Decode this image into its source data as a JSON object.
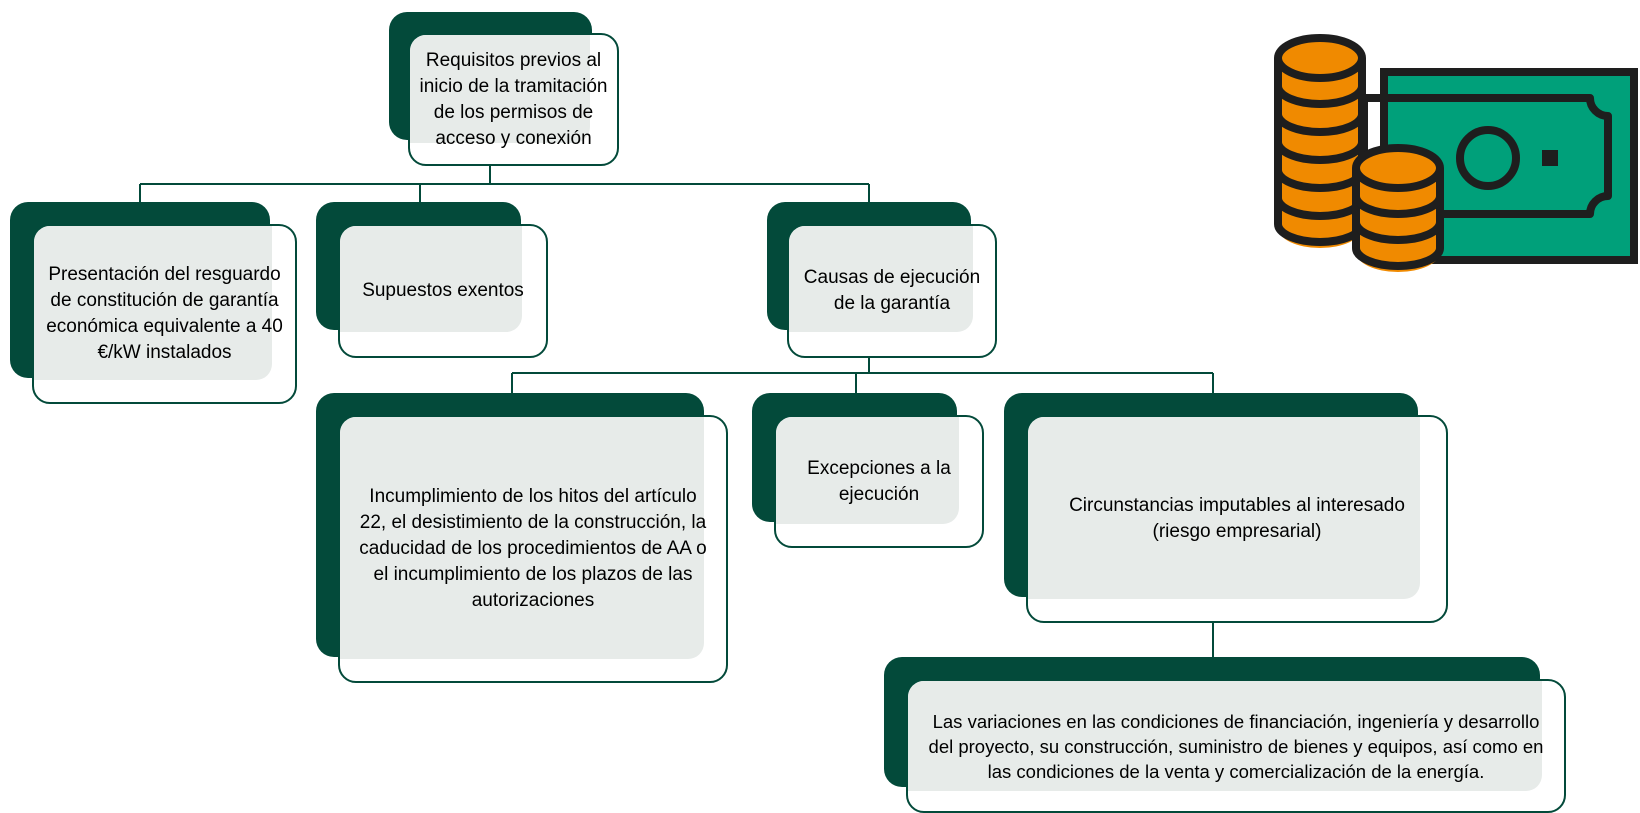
{
  "diagram": {
    "root": {
      "text": "Requisitos previos al inicio de la tramitación de los permisos de acceso y conexión"
    },
    "level1": [
      {
        "id": "presentacion",
        "text": "Presentación  del resguardo de constitución de garantía económica equivalente a 40 €/kW instalados"
      },
      {
        "id": "supuestos",
        "text": "Supuestos exentos"
      },
      {
        "id": "causas",
        "text": "Causas de ejecución de la garantía"
      }
    ],
    "level2": [
      {
        "id": "incumplimiento",
        "text": "Incumplimiento de los hitos del artículo 22, el desistimiento de la construcción, la caducidad de los procedimientos de AA o el incumplimiento de los plazos de las autorizaciones"
      },
      {
        "id": "excepciones",
        "text": "Excepciones a la ejecución"
      },
      {
        "id": "circunstancias",
        "text": "Circunstancias imputables al interesado (riesgo empresarial)"
      }
    ],
    "level3": [
      {
        "id": "variaciones",
        "text": "Las variaciones en las condiciones de financiación, ingeniería y desarrollo del proyecto, su construcción, suministro de bienes y equipos, así como en las condiciones de la venta y comercialización de la energía."
      }
    ]
  },
  "colors": {
    "dark_green": "#034a3a",
    "light_fill": "#e7ebe9",
    "bill_green": "#00a07a",
    "coin_orange": "#f08a00",
    "outline": "#1e1e1e"
  },
  "icons": [
    "money-coins-icon",
    "banknote-icon"
  ]
}
